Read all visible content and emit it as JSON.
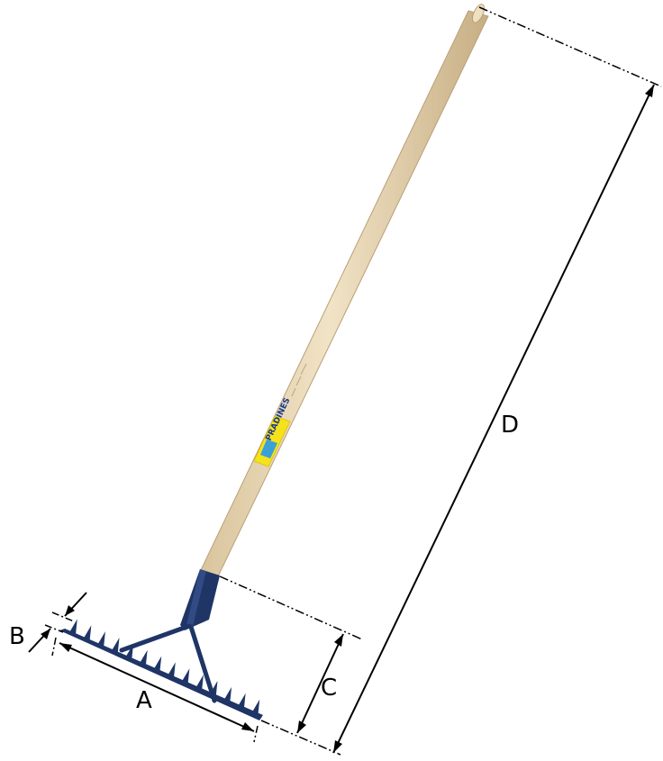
{
  "dimensions": {
    "a": "A",
    "b": "B",
    "c": "C",
    "d": "D"
  },
  "handle_label": {
    "brand": "PRADINES"
  },
  "colors": {
    "handle": "#e8d7b6",
    "handle_shade": "#c9b38d",
    "metal": "#1e3566",
    "label": "#f5e21b",
    "label_blue": "#3aa0d8",
    "lines": "#000000"
  }
}
